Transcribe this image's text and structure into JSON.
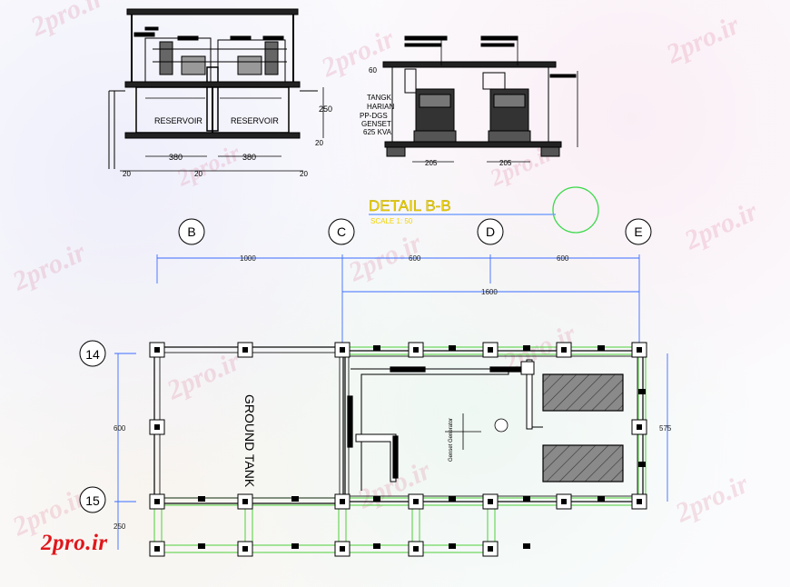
{
  "watermark": "2pro.ir",
  "logo_text": "2pro.ir",
  "elevation_left": {
    "labels": [
      "RESERVOIR",
      "RESERVOIR"
    ],
    "dim_height": "250",
    "dim_small": "20",
    "dims_bottom": [
      "380",
      "380"
    ],
    "dims_bottom_small": [
      "20",
      "20",
      "20"
    ]
  },
  "elevation_right": {
    "dim_top": "60",
    "labels": [
      "TANGK",
      "HARIAN",
      "PP-DGS",
      "GENSET",
      "625 KVA"
    ],
    "dims_bottom": [
      "205",
      "205"
    ]
  },
  "detail": {
    "title": "DETAIL B-B",
    "scale": "SCALE 1: 50"
  },
  "grid_columns": [
    "B",
    "C",
    "D",
    "E"
  ],
  "grid_rows": [
    "14",
    "15"
  ],
  "dims_top": [
    "1000",
    "600",
    "600"
  ],
  "dim_total": "1600",
  "dim_left": "600",
  "dim_left_bottom": "250",
  "dim_right": "575",
  "room_label": "GROUND TANK",
  "genset_note": "Genset Generator"
}
